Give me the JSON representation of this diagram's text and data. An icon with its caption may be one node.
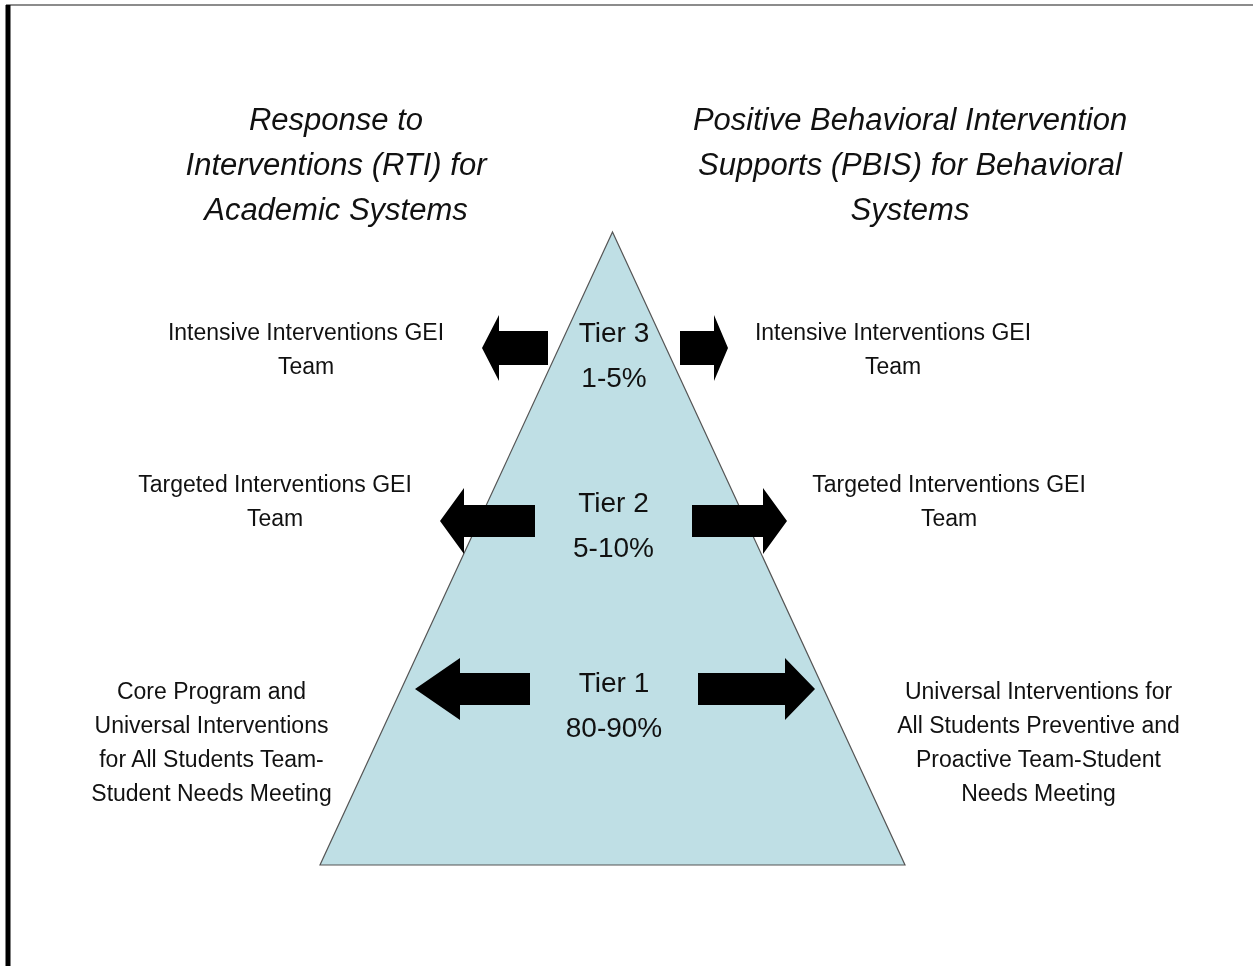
{
  "diagram": {
    "nodes": [
      {
        "text": [],
        "shape": "triangle"
      },
      {
        "text": [
          "Tier 3",
          "1-5%"
        ],
        "in": 0
      },
      {
        "text": [
          "Tier 2",
          "5-10%"
        ],
        "in": 0
      },
      {
        "text": [
          "Tier 1",
          "80-90%"
        ],
        "in": 0
      },
      {
        "text": [
          "Intensive Interventions GEI Team"
        ]
      },
      {
        "text": [
          "Intensive Interventions GEI Team"
        ]
      },
      {
        "text": [
          "Targeted Interventions GEI Team"
        ]
      },
      {
        "text": [
          "Targeted Interventions GEI Team"
        ]
      },
      {
        "text": [
          "Core Program and Universal Interventions for All Students Team- Student Needs Meeting"
        ]
      },
      {
        "text": [
          "Universal Interventions for All Students Preventive and Proactive Team-Student Needs Meeting"
        ]
      }
    ],
    "edges": [
      {
        "from": 1,
        "to": 4,
        "arrow": "to"
      },
      {
        "from": 1,
        "to": 5,
        "arrow": "to"
      },
      {
        "from": 2,
        "to": 6,
        "arrow": "to"
      },
      {
        "from": 2,
        "to": 7,
        "arrow": "to"
      },
      {
        "from": 3,
        "to": 8,
        "arrow": "to"
      },
      {
        "from": 3,
        "to": 9,
        "arrow": "to"
      }
    ],
    "labels": [
      "Response to Interventions (RTI) for Academic Systems",
      "Positive Behavioral Intervention Supports (PBIS) for Behavioral Systems"
    ]
  }
}
